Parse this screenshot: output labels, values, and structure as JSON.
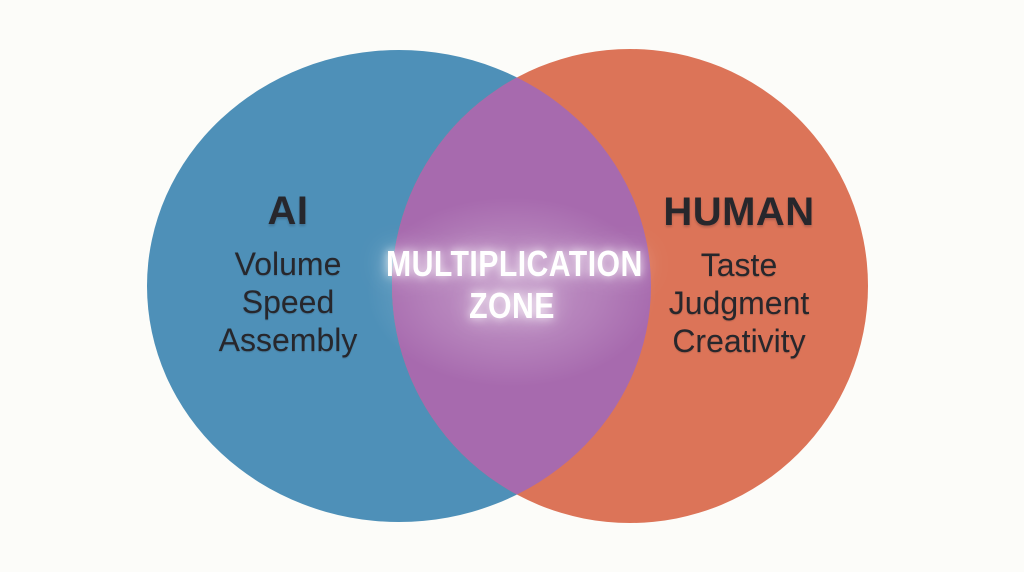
{
  "canvas": {
    "background_color": "#FCFCF9"
  },
  "diagram": {
    "type": "venn",
    "left_circle": {
      "label": "AI",
      "items": [
        "Volume",
        "Speed",
        "Assembly"
      ],
      "color": "#4E90B8",
      "text_color": "#27272C"
    },
    "right_circle": {
      "label": "HUMAN",
      "items": [
        "Taste",
        "Judgment",
        "Creativity"
      ],
      "color": "#DC7458",
      "text_color": "#27272C"
    },
    "overlap": {
      "label_line1": "MULTIPLICATION",
      "label_line2": "ZONE",
      "color": "#A76AAE",
      "text_color": "#FFFFFF"
    }
  }
}
